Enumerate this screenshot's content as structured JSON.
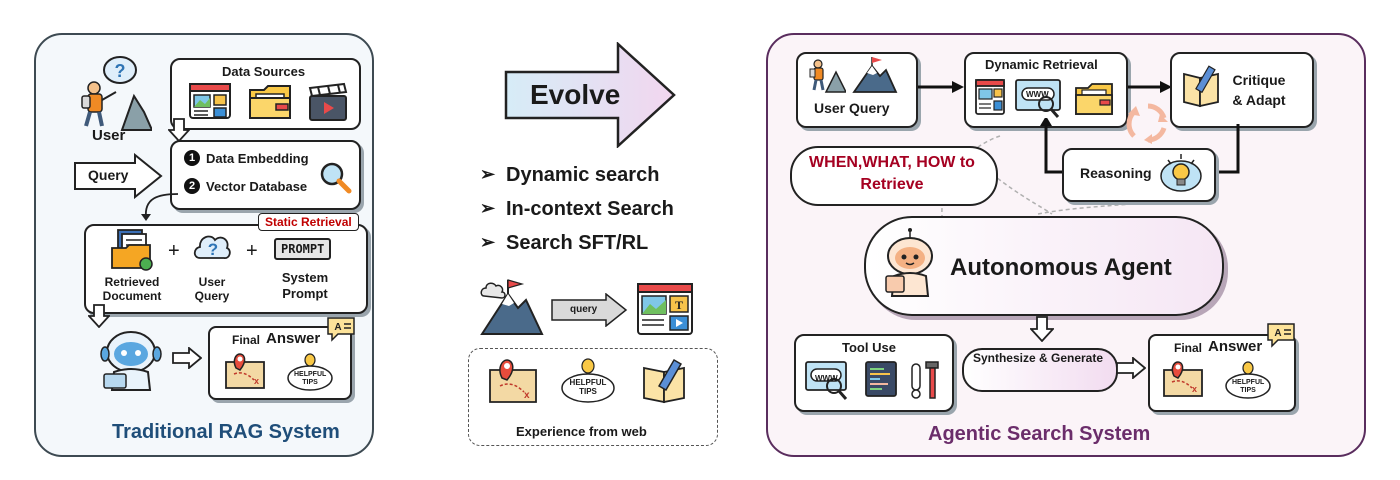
{
  "left": {
    "title": "Traditional RAG System",
    "user_label": "User",
    "query_arrow_label": "Query",
    "data_sources_label": "Data Sources",
    "embedding": [
      "Data Embedding",
      "Vector Database"
    ],
    "embedding_numbers": [
      "1",
      "2"
    ],
    "static_retrieval_label": "Static Retrieval",
    "retrieved_document_label": "Retrieved Document",
    "user_query_label": "User Query",
    "system_prompt_label": "System Prompt",
    "prompt_tag": "PROMPT",
    "plus": "+",
    "final_answer_prefix": "Final",
    "final_answer_word": "Answer",
    "helpful_tips": "HELPFUL TIPS"
  },
  "middle": {
    "evolve_label": "Evolve",
    "bullets": [
      "Dynamic search",
      "In-context Search",
      "Search SFT/RL"
    ],
    "bullet_marker": "➢",
    "query_label": "query",
    "experience_label": "Experience from web",
    "helpful_tips": "HELPFUL TIPS"
  },
  "right": {
    "title": "Agentic Search System",
    "user_query_label": "User Query",
    "dynamic_retrieval_label": "Dynamic Retrieval",
    "critique_label": "Critique & Adapt",
    "reasoning_label": "Reasoning",
    "when_what_how_label": "WHEN,WHAT, HOW to Retrieve",
    "agent_label": "Autonomous Agent",
    "tool_use_label": "Tool Use",
    "synthesize_label": "Synthesize & Generate",
    "final_answer_prefix": "Final",
    "final_answer_word": "Answer",
    "helpful_tips": "HELPFUL TIPS",
    "www": "WWW"
  },
  "colors": {
    "left_panel_border": "#3d4a52",
    "right_panel_border": "#5a2d5e",
    "left_title": "#1f4e79",
    "right_title": "#6b2d6b",
    "static_retrieval": "#c00000",
    "when_what_how": "#a50021",
    "evolve_fill_start": "#d6ecf7",
    "evolve_fill_end": "#f2d6ef"
  }
}
